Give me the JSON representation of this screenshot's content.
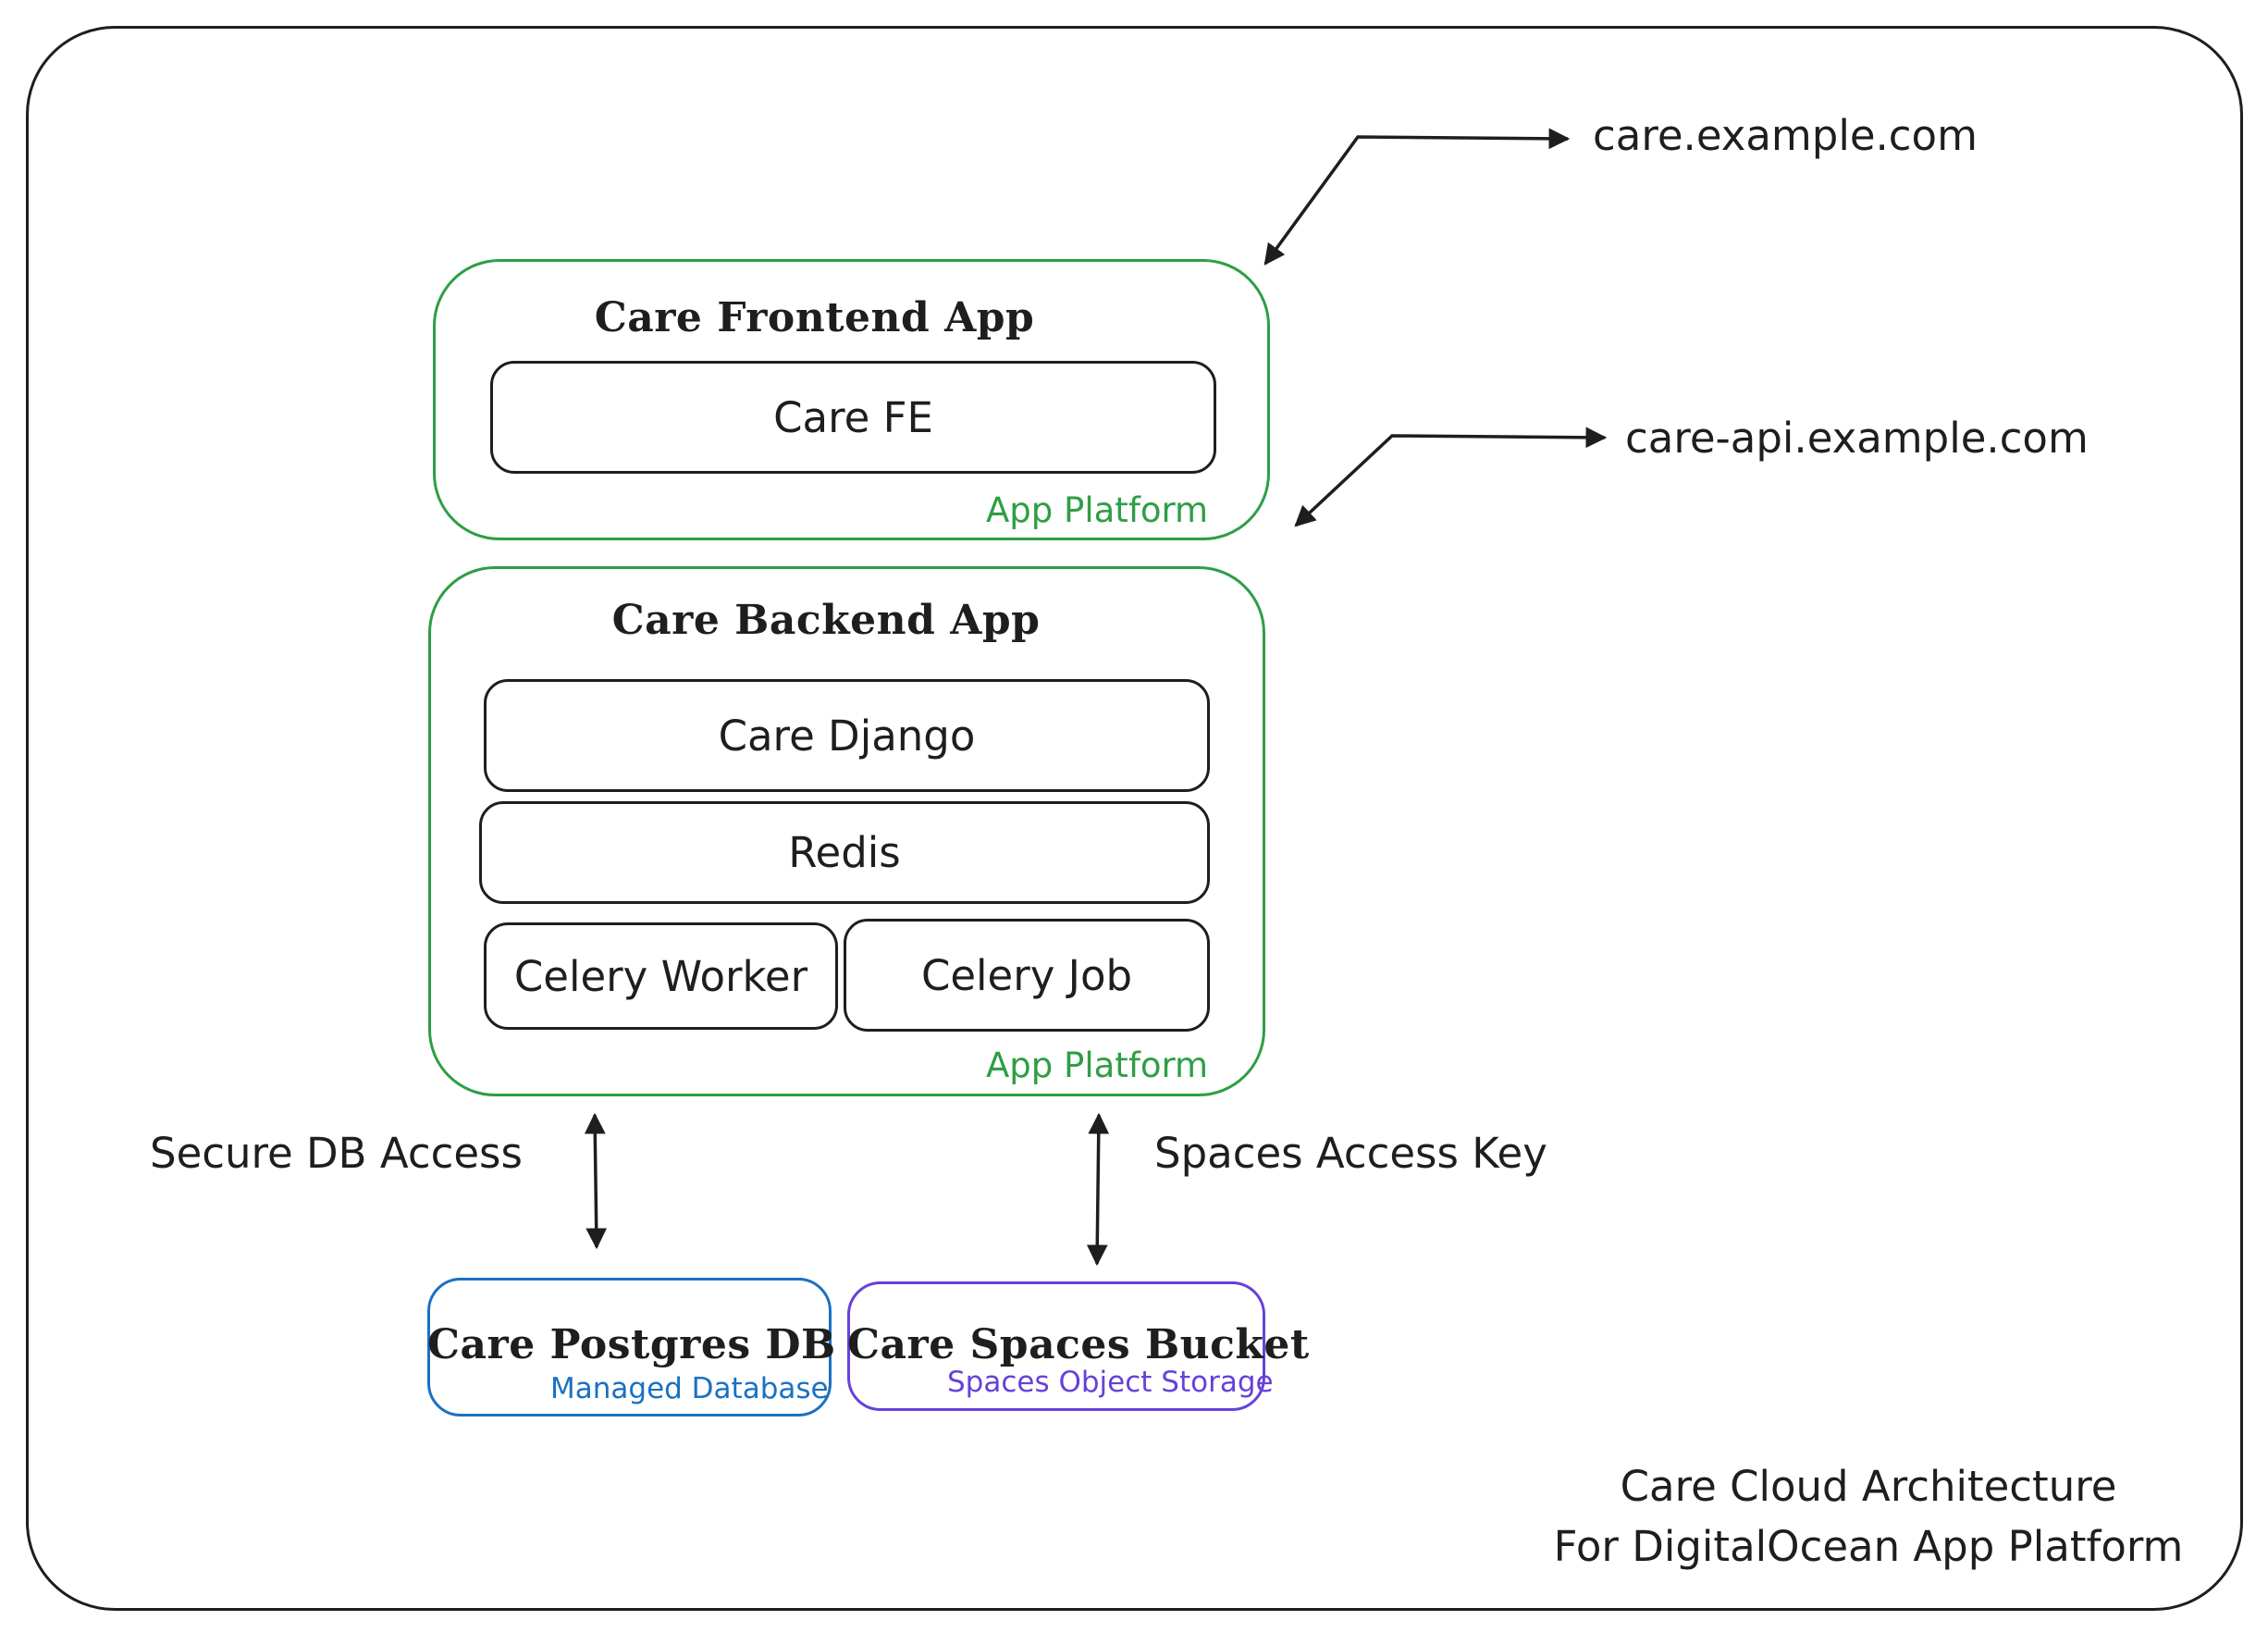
{
  "frontend": {
    "title": "Care Frontend App",
    "service": "Care FE",
    "platform": "App Platform",
    "domain": "care.example.com"
  },
  "backend": {
    "title": "Care Backend App",
    "services": {
      "django": "Care Django",
      "redis": "Redis",
      "celery_worker": "Celery Worker",
      "celery_job": "Celery Job"
    },
    "platform": "App Platform",
    "domain": "care-api.example.com"
  },
  "connections": {
    "db": "Secure DB Access",
    "spaces": "Spaces Access Key"
  },
  "database": {
    "title": "Care Postgres DB",
    "subtitle": "Managed Database",
    "color": "#1971c2"
  },
  "storage": {
    "title": "Care Spaces Bucket",
    "subtitle": "Spaces Object Storage",
    "color": "#6741d9"
  },
  "caption": {
    "line1": "Care Cloud Architecture",
    "line2": "For DigitalOcean App Platform"
  },
  "colors": {
    "app_group": "#2f9e44",
    "stroke": "#1e1e1e"
  }
}
